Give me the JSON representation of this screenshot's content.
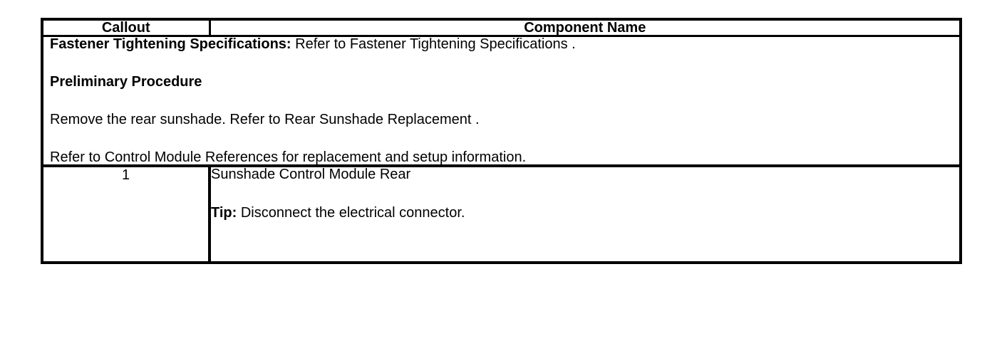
{
  "document": {
    "type": "service-procedure-table",
    "background_color": "#ffffff",
    "text_color": "#000000",
    "border_color": "#000000"
  },
  "table": {
    "columns": [
      {
        "key": "callout",
        "header": "Callout"
      },
      {
        "key": "component_name",
        "header": "Component Name"
      }
    ],
    "note_row": {
      "lines": [
        {
          "bold_prefix": "Fastener Tightening Specifications:",
          "text": " Refer to Fastener Tightening Specifications ."
        },
        {
          "bold_prefix": "Preliminary Procedure",
          "text": ""
        },
        {
          "bold_prefix": "",
          "text": "Remove the rear sunshade. Refer to Rear Sunshade Replacement ."
        },
        {
          "bold_prefix": "",
          "text": "Refer to Control Module References for replacement and setup information."
        }
      ]
    },
    "rows": [
      {
        "callout": "1",
        "component_lines": [
          {
            "bold_prefix": "",
            "text": "Sunshade Control Module Rear"
          },
          {
            "bold_prefix": "Tip:",
            "text": " Disconnect the electrical connector."
          }
        ]
      }
    ]
  }
}
